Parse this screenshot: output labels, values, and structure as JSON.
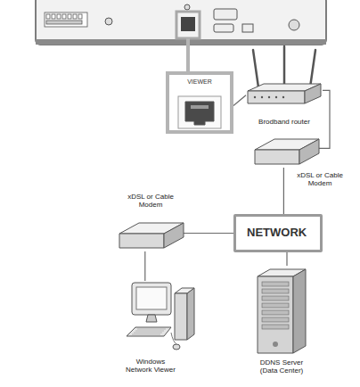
{
  "diagram": {
    "nodes": [
      {
        "text": [
          "VIEWER"
        ]
      },
      {
        "text": [
          "Brodband router"
        ]
      },
      {
        "text": [
          "xDSL or Cable Modem"
        ]
      },
      {
        "text": [
          "xDSL or Cable Modem"
        ]
      },
      {
        "text": [
          "NETWORK"
        ]
      },
      {
        "text": [
          "Windows Network Viewer"
        ]
      },
      {
        "text": [
          "DDNS Server (Data Center)"
        ]
      }
    ],
    "edges": [
      {
        "from": 0,
        "to": 1,
        "arrow": "none"
      },
      {
        "from": 1,
        "to": 2,
        "arrow": "none"
      },
      {
        "from": 2,
        "to": 4,
        "arrow": "none"
      },
      {
        "from": 4,
        "to": 3,
        "arrow": "none"
      },
      {
        "from": 3,
        "to": 5,
        "arrow": "none"
      },
      {
        "from": 4,
        "to": 6,
        "arrow": "none"
      }
    ]
  }
}
